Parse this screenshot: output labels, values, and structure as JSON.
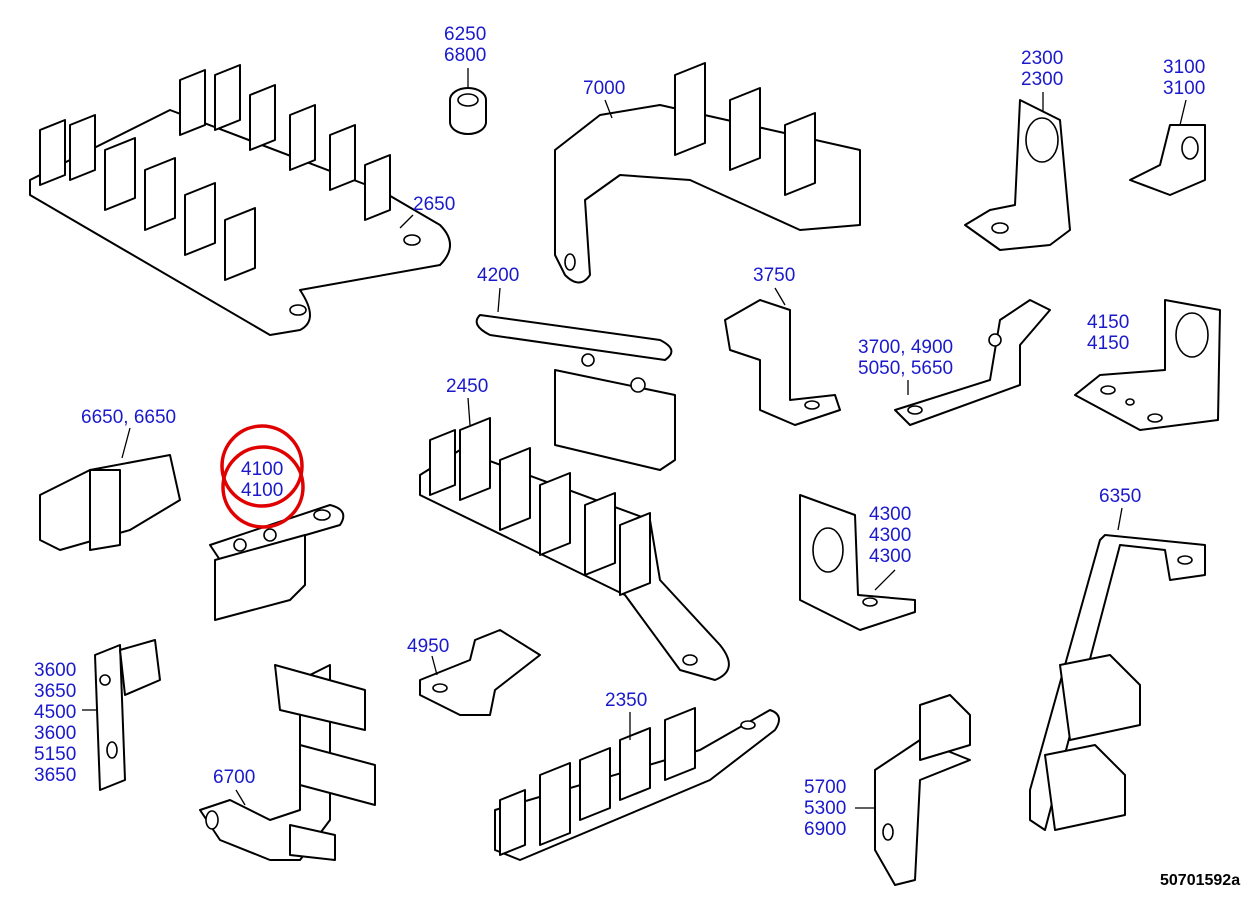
{
  "diagram": {
    "document_id": "50701592a",
    "highlight_color": "#e00000",
    "label_color": "#1a1acc",
    "callouts": [
      {
        "id": "c6250",
        "lines": [
          "6250",
          "6800"
        ]
      },
      {
        "id": "c7000",
        "lines": [
          "7000"
        ]
      },
      {
        "id": "c2300",
        "lines": [
          "2300",
          "2300"
        ]
      },
      {
        "id": "c3100",
        "lines": [
          "3100",
          "3100"
        ]
      },
      {
        "id": "c2650",
        "lines": [
          "2650"
        ]
      },
      {
        "id": "c4200",
        "lines": [
          "4200"
        ]
      },
      {
        "id": "c3750",
        "lines": [
          "3750"
        ]
      },
      {
        "id": "c3700",
        "lines": [
          "3700, 4900",
          "5050, 5650"
        ]
      },
      {
        "id": "c4150",
        "lines": [
          "4150",
          "4150"
        ]
      },
      {
        "id": "c2450",
        "lines": [
          "2450"
        ]
      },
      {
        "id": "c6650",
        "lines": [
          "6650, 6650"
        ]
      },
      {
        "id": "c4100",
        "lines": [
          "4100",
          "4100"
        ],
        "highlighted": true
      },
      {
        "id": "c4300",
        "lines": [
          "4300",
          "4300",
          "4300"
        ]
      },
      {
        "id": "c6350",
        "lines": [
          "6350"
        ]
      },
      {
        "id": "c4950",
        "lines": [
          "4950"
        ]
      },
      {
        "id": "c3600",
        "lines": [
          "3600",
          "3650",
          "4500",
          "3600",
          "5150",
          "3650"
        ]
      },
      {
        "id": "c2350",
        "lines": [
          "2350"
        ]
      },
      {
        "id": "c6700",
        "lines": [
          "6700"
        ]
      },
      {
        "id": "c5700",
        "lines": [
          "5700",
          "5300",
          "6900"
        ]
      }
    ]
  }
}
